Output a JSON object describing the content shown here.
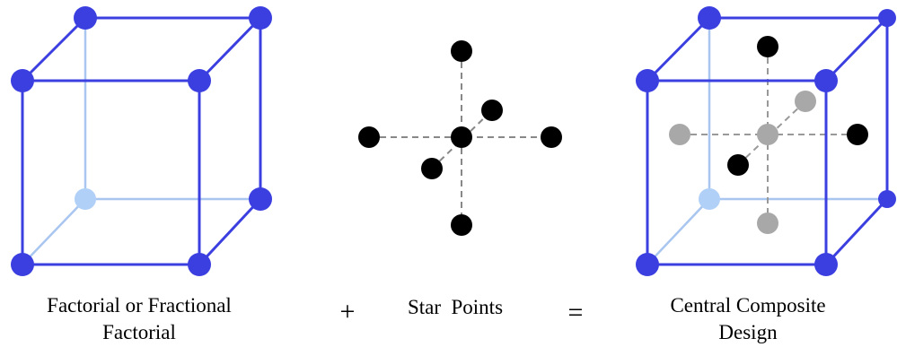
{
  "panels": {
    "factorial": {
      "caption_line1": "Factorial or Fractional",
      "caption_line2": "Factorial"
    },
    "star": {
      "caption": "Star  Points"
    },
    "ccd": {
      "caption_line1": "Central Composite",
      "caption_line2": "Design"
    }
  },
  "operators": {
    "plus": "+",
    "equals": "="
  },
  "colors": {
    "cube_edge": "#3b3fe0",
    "hidden_edge": "#a9c6f0",
    "factorial_point": "#3b3fe0",
    "hidden_point": "#b0d0f7",
    "star_point": "#000000",
    "star_axis": "#888888",
    "interior_point": "#a8a8a8",
    "interior_axis": "#999999"
  }
}
